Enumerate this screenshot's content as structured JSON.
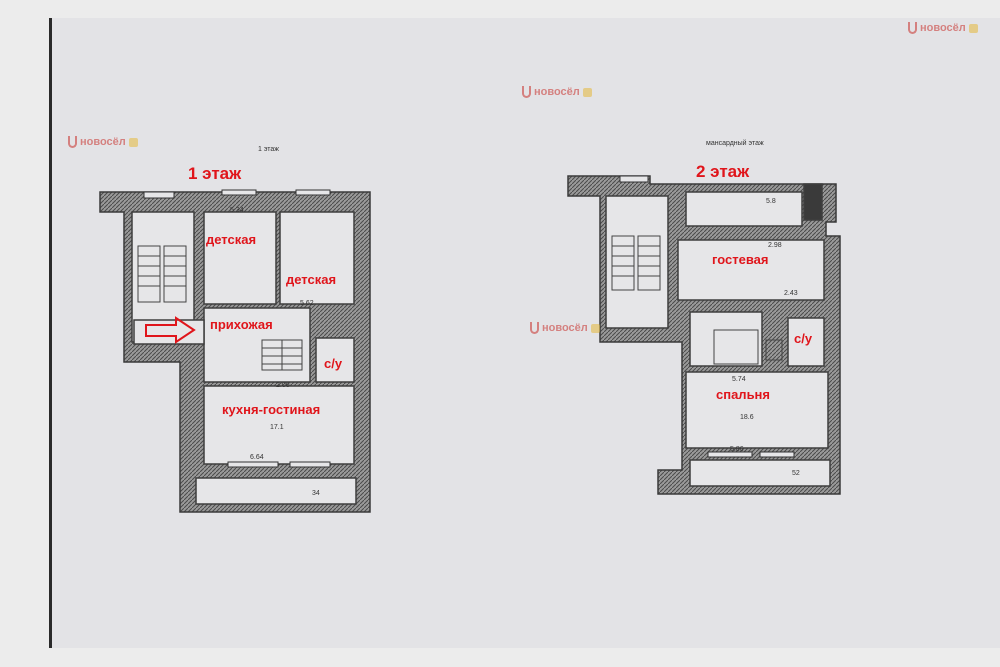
{
  "watermark": {
    "brand": "новосёл"
  },
  "floor1": {
    "title": "1 этаж",
    "caption": "1 этаж",
    "rooms": {
      "child1": "детская",
      "child2": "детская",
      "hall": "прихожая",
      "wc": "с/у",
      "kitchen": "кухня-гостиная"
    },
    "dims": {
      "d1": "5.34",
      "d2": "5.62",
      "d3": "2.06",
      "d4": "17.1",
      "d5": "6.64",
      "d6": "34"
    }
  },
  "floor2": {
    "title": "2 этаж",
    "caption": "мансардный этаж",
    "rooms": {
      "guest": "гостевая",
      "wc": "с/у",
      "bedroom": "спальня"
    },
    "dims": {
      "d1": "5.8",
      "d2": "2.98",
      "d3": "2.43",
      "d4": "5.74",
      "d5": "18.6",
      "d6": "5.86",
      "d7": "52"
    }
  },
  "colors": {
    "label": "#e0151b",
    "wall": "#5a5a5a",
    "paper": "#e3e3e6"
  }
}
